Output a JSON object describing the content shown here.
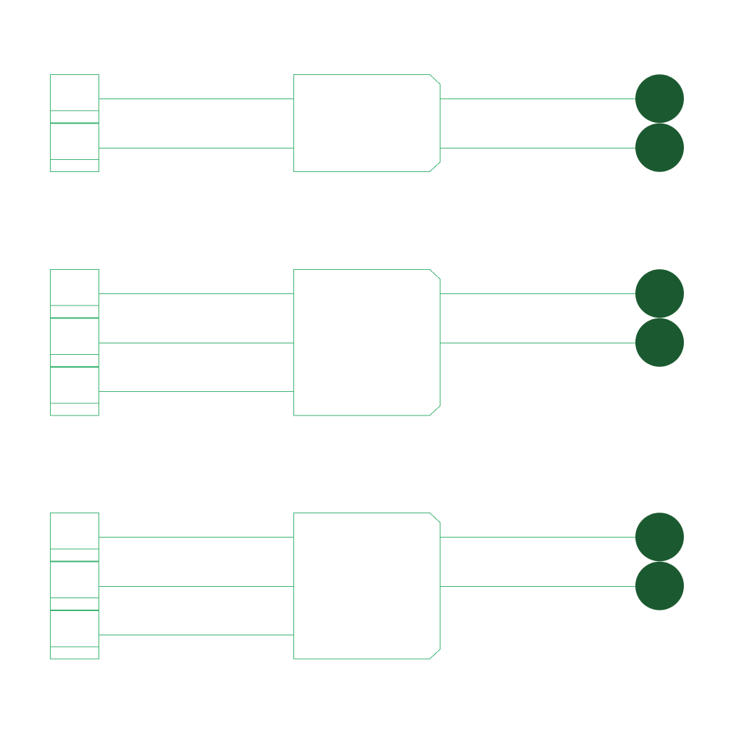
{
  "colors": {
    "background": "#ffffff",
    "line": "#3cb371",
    "terminal_fill": "#1b5a30"
  },
  "diagram": {
    "groups": [
      {
        "input_connectors": 2,
        "output_terminals": 2
      },
      {
        "input_connectors": 3,
        "output_terminals": 2
      },
      {
        "input_connectors": 3,
        "output_terminals": 2
      }
    ]
  }
}
